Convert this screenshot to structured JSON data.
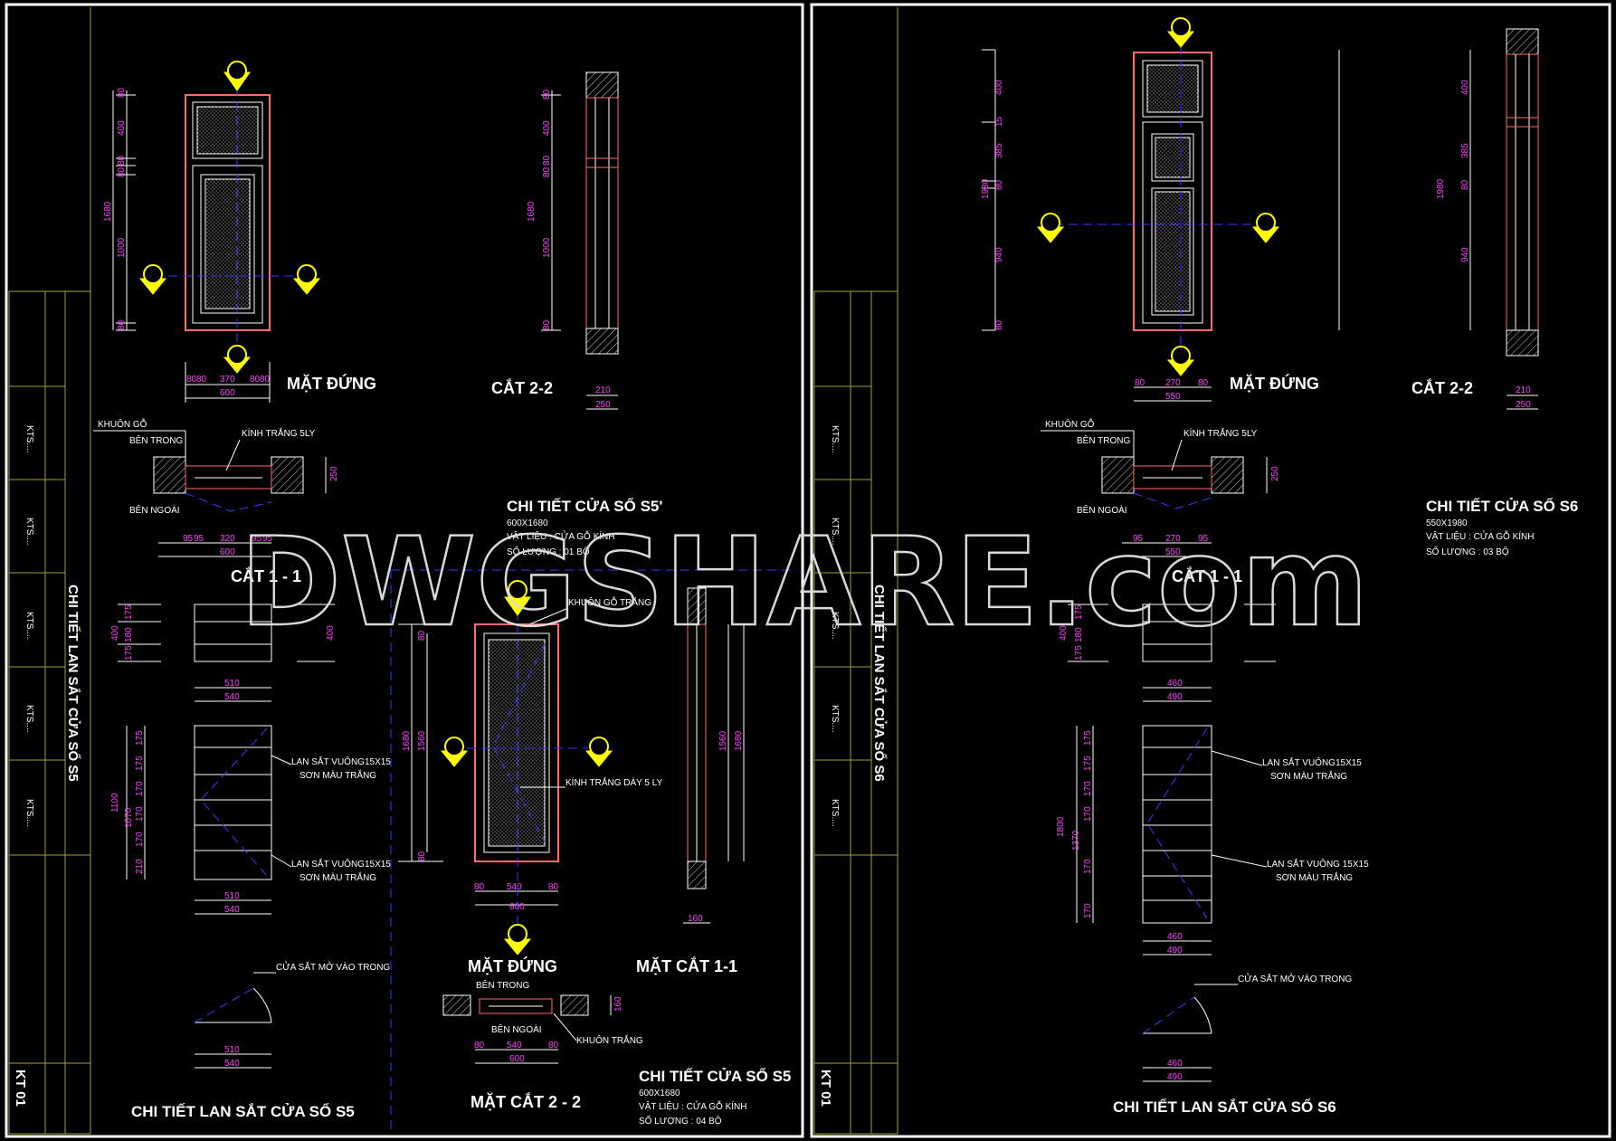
{
  "watermark": "DWGSHARE.com",
  "sheet_left": {
    "elevation_title": "MẶT ĐỨNG",
    "section22_title": "CẮT 2-2",
    "section11_title": "CẮT 1 - 1",
    "detail_title": "CHI TIẾT CỬA SỔ S5'",
    "detail_lines": [
      "600X1680",
      "VẬT LIỆU : CỬA GỖ KÍNH",
      "SỐ LƯỢNG : 01 BỘ"
    ],
    "notes": {
      "khuon_go": "KHUÔN GỖ",
      "ben_trong": "BÊN TRONG",
      "ben_ngoai": "BÊN NGOÀI",
      "kinh_trang": "KÍNH TRẮNG 5LY",
      "lan_sat_1": "LAN SẮT VUÔNG15X15",
      "son_mau_1": "SƠN MÀU TRẮNG",
      "lan_sat_2": "LAN SẮT VUÔNG15X15",
      "son_mau_2": "SƠN MÀU TRẮNG",
      "cua_sat": "CỬA SẮT MỞ VÀO TRONG",
      "khuon_go_trang": "KHUÔN GỖ TRẮNG",
      "kinh_trang_day": "KÍNH TRẮNG DÀY 5 LY",
      "ben_trong_2": "BÊN TRONG",
      "ben_ngoai_2": "BÊN NGOÀI",
      "khuon_trang": "KHUÔN TRẮNG"
    },
    "elevation2_title": "MẶT ĐỨNG",
    "section11b_title": "MẶT CẮT 1-1",
    "section22b_title": "MẶT CẮT 2 - 2",
    "detail2_title": "CHI TIẾT CỬA SỔ S5",
    "detail2_lines": [
      "600X1680",
      "VẬT LIỆU : CỬA GỖ KÍNH",
      "SỐ LƯỢNG : 04 BỘ"
    ],
    "railing_title": "CHI TIẾT LAN SẮT CỬA SỔ S5",
    "titleblock_name": "CHI TIẾT LAN SẮT CỬA SỔ S5",
    "sheet_no": "KT 01",
    "dims": {
      "elev_h": [
        "80",
        "400",
        "80",
        "80",
        "1680",
        "1000",
        "80"
      ],
      "elev_w": [
        "80",
        "80",
        "370",
        "80",
        "80",
        "600"
      ],
      "sec22_h": [
        "80",
        "400",
        "80",
        "80",
        "1680",
        "1000",
        "80"
      ],
      "sec22_w": [
        "210",
        "250"
      ],
      "sec11_w": [
        "95",
        "95",
        "320",
        "95",
        "95",
        "600"
      ],
      "sec11_d": "250",
      "rail_small_h": [
        "400",
        "175",
        "180",
        "175",
        "400"
      ],
      "rail_small_w": [
        "510",
        "540"
      ],
      "rail_big_h": [
        "175",
        "175",
        "170",
        "170",
        "170",
        "210",
        "1100",
        "1070"
      ],
      "rail_big_w": [
        "510",
        "540"
      ],
      "rail_open_w": [
        "510",
        "540"
      ],
      "elev2_h": [
        "1680",
        "1560",
        "80",
        "80"
      ],
      "elev2_w": [
        "80",
        "540",
        "80",
        "600"
      ],
      "sec11b_h": [
        "1560",
        "1680"
      ],
      "sec11b_w": "160",
      "sec22b_w": [
        "80",
        "540",
        "80",
        "600"
      ],
      "sec22b_d": "160"
    }
  },
  "sheet_right": {
    "elevation_title": "MẶT ĐỨNG",
    "section22_title": "CẮT 2-2",
    "section11_title": "CẮT 1 - 1",
    "detail_title": "CHI TIẾT CỬA SỔ S6",
    "detail_lines": [
      "550X1980",
      "VẬT LIỆU : CỬA GỖ KÍNH",
      "SỐ LƯỢNG : 03 BỘ"
    ],
    "notes": {
      "khuon_go": "KHUÔN GỖ",
      "ben_trong": "BÊN TRONG",
      "ben_ngoai": "BÊN NGOÀI",
      "kinh_trang": "KÍNH TRẮNG 5LY",
      "lan_sat_1": "LAN SẮT VUÔNG15X15",
      "son_mau_1": "SƠN MÀU TRẮNG",
      "lan_sat_2": "LAN SẮT VUÔNG 15X15",
      "son_mau_2": "SƠN MÀU TRẮNG",
      "cua_sat": "CỬA SẮT MỞ VÀO TRONG"
    },
    "railing_title": "CHI TIẾT LAN SẮT CỬA SỔ S6",
    "titleblock_name": "CHI TIẾT LAN SẮT CỬA SỔ S6",
    "sheet_no": "KT 01",
    "dims": {
      "elev_h": [
        "400",
        "15",
        "385",
        "80",
        "940",
        "1980",
        "80"
      ],
      "elev_w": [
        "80",
        "270",
        "80",
        "550"
      ],
      "sec22_h": [
        "400",
        "385",
        "80",
        "940",
        "1980"
      ],
      "sec22_w": [
        "210",
        "250"
      ],
      "sec11_w": [
        "95",
        "270",
        "95",
        "550"
      ],
      "sec11_d": "250",
      "rail_small_h": [
        "400",
        "175",
        "180",
        "175"
      ],
      "rail_small_w": [
        "460",
        "490"
      ],
      "rail_big_h": [
        "175",
        "175",
        "170",
        "170",
        "170",
        "170",
        "1800",
        "1370"
      ],
      "rail_big_w": [
        "460",
        "490"
      ],
      "rail_open_w": [
        "460",
        "490"
      ]
    }
  },
  "titleblock_fields": [
    "KTS....",
    "KTS....",
    "KTS....",
    "KTS....",
    "KTS...."
  ],
  "colors": {
    "frame": "#ffffff",
    "red": "#ff6a6a",
    "dim": "#ff40ff",
    "axis": "#3a3aff",
    "marker": "#ffff00",
    "titleblock": "#9ea033"
  }
}
